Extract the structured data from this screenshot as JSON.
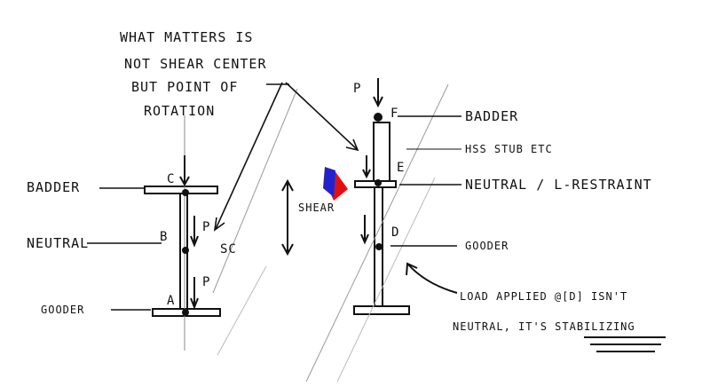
{
  "note": {
    "line1": "WHAT MATTERS IS",
    "line2": "NOT SHEAR CENTER",
    "line3": "BUT POINT OF",
    "line4": "ROTATION"
  },
  "left_beam": {
    "badder": "BADDER",
    "neutral": "NEUTRAL",
    "gooder": "GOODER",
    "point_c": "C",
    "point_b": "B",
    "point_a": "A",
    "sc": "SC",
    "p_upper": "P",
    "p_lower": "P"
  },
  "right_beam": {
    "p": "P",
    "point_f": "F",
    "badder": "BADDER",
    "hss": "HSS STUB ETC",
    "point_e": "E",
    "neutral": "NEUTRAL / L-RESTRAINT",
    "shear": "SHEAR",
    "point_d": "D",
    "gooder": "GOODER",
    "load1": "LOAD APPLIED @[D] ISN'T",
    "load2": "NEUTRAL, IT'S STABILIZING"
  },
  "colors": {
    "ink": "#111111",
    "shear_blue": "#2222cc",
    "shear_red": "#e01010"
  }
}
